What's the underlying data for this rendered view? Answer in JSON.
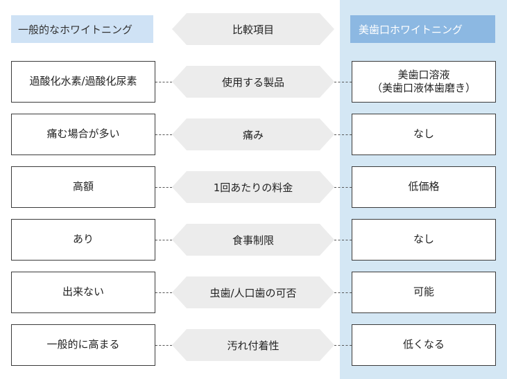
{
  "headers": {
    "left": "一般的なホワイトニング",
    "center": "比較項目",
    "right": "美歯口ホワイトニング"
  },
  "rows": [
    {
      "left": "過酸化水素/過酸化尿素",
      "center": "使用する製品",
      "right": "美歯口溶液\n（美歯口液体歯磨き）"
    },
    {
      "left": "痛む場合が多い",
      "center": "痛み",
      "right": "なし"
    },
    {
      "left": "高額",
      "center": "1回あたりの料金",
      "right": "低価格"
    },
    {
      "left": "あり",
      "center": "食事制限",
      "right": "なし"
    },
    {
      "left": "出来ない",
      "center": "虫歯/人口歯の可否",
      "right": "可能"
    },
    {
      "left": "一般的に高まる",
      "center": "汚れ付着性",
      "right": "低くなる"
    }
  ],
  "colors": {
    "right_panel": "#d4e7f4",
    "header_left_bg": "#cfe2f5",
    "header_right_bg": "#8cb8e2",
    "hex_bg": "#ececec"
  }
}
